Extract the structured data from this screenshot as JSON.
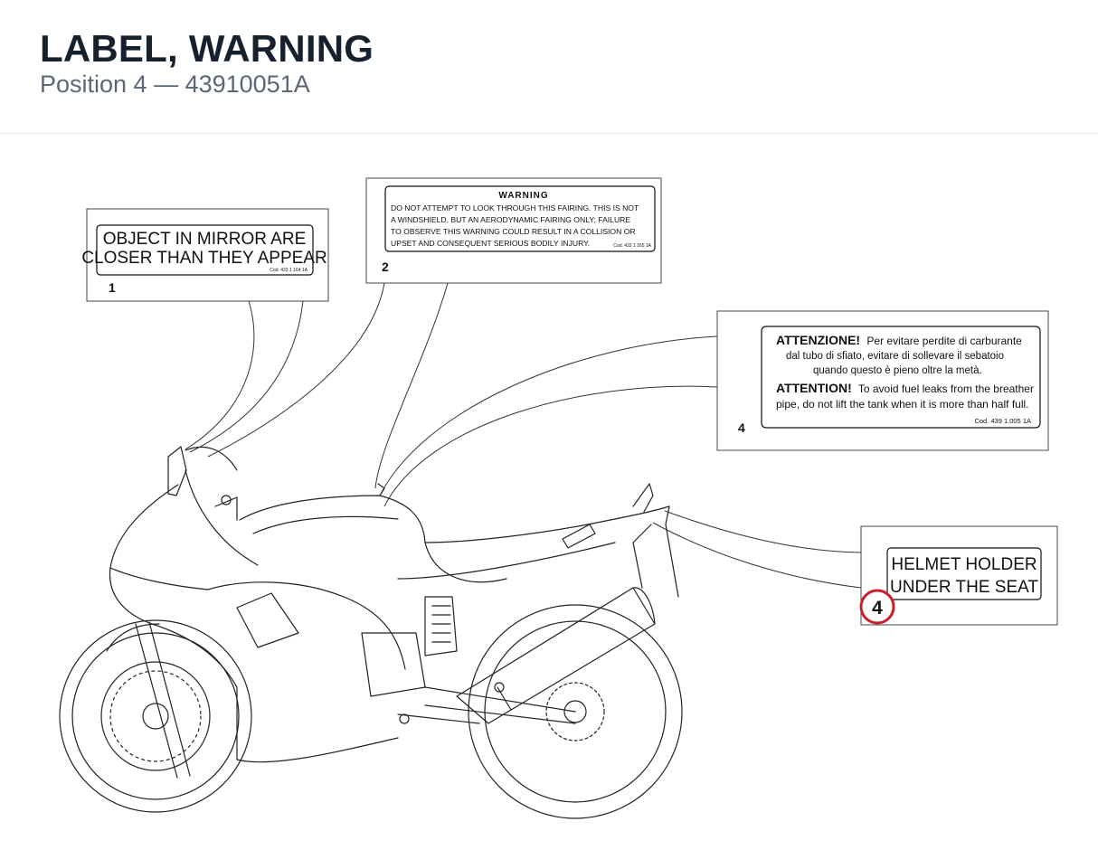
{
  "header": {
    "title": "LABEL, WARNING",
    "subtitle": "Position 4 — 43910051A"
  },
  "labels": {
    "l1": {
      "number": "1",
      "line1": "OBJECT IN MIRROR ARE",
      "line2": "CLOSER THAN THEY APPEAR",
      "code": "Cod. 433 1 164 1A"
    },
    "l2": {
      "number": "2",
      "heading": "WARNING",
      "line1": "DO NOT ATTEMPT TO LOOK THROUGH THIS FAIRING. THIS IS NOT",
      "line2": "A WINDSHIELD, BUT AN AERODYNAMIC FAIRING ONLY; FAILURE",
      "line3": "TO OBSERVE THIS WARNING COULD RESULT IN A COLLISION OR",
      "line4": "UPSET AND CONSEQUENT SERIOUS BODILY INJURY.",
      "code": "Cod. 433 1 165 1A"
    },
    "l4a": {
      "number": "4",
      "it_bold": "ATTENZIONE!",
      "it_line1": "Per evitare perdite di carburante",
      "it_line2": "dal tubo di sfiato, evitare di sollevare il sebatoio",
      "it_line3": "quando questo è pieno oltre la metà.",
      "en_bold": "ATTENTION!",
      "en_line1": "To avoid fuel leaks from the breather",
      "en_line2": "pipe, do not lift the tank when it is more than half full.",
      "code": "Cod. 439 1.005 1A"
    },
    "l4b": {
      "number": "4",
      "line1": "HELMET HOLDER",
      "line2": "UNDER THE SEAT"
    }
  },
  "colors": {
    "highlight": "#c8202a",
    "ink": "#111111"
  }
}
